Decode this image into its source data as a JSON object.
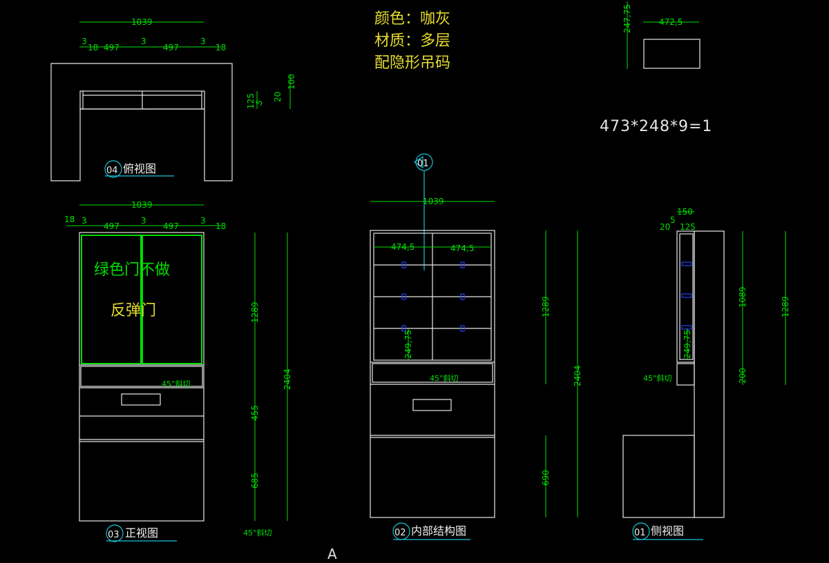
{
  "notes": {
    "color_line": "颜色：咖灰",
    "material_line": "材质：多层",
    "hardware_line": "配隐形吊码",
    "formula": "473*248*9=1",
    "green_door_note": "绿色门不做",
    "rebound_door_note": "反弹门",
    "corner_letter": "A"
  },
  "views": {
    "top": {
      "num": "04",
      "label": "俯视图"
    },
    "front": {
      "num": "03",
      "label": "正视图"
    },
    "internal": {
      "num": "02",
      "label": "内部结构图"
    },
    "side": {
      "num": "01",
      "label": "侧视图"
    },
    "section_marker": "01"
  },
  "dims": {
    "total_width": "1039",
    "seg_3": "3",
    "seg_18": "18",
    "seg_497": "497",
    "depth_125": "125",
    "depth_5": "5",
    "depth_20": "20",
    "depth_100": "100",
    "h_1289": "1289",
    "h_2404": "2404",
    "h_455": "455",
    "h_685": "685",
    "h_690": "690",
    "h_1089": "1089",
    "h_200": "200",
    "inner_474": "474,5",
    "shelf_249": "249,75",
    "side_150": "150",
    "miter": "45°斜切",
    "panel_w": "472,5",
    "panel_h": "247,75"
  }
}
